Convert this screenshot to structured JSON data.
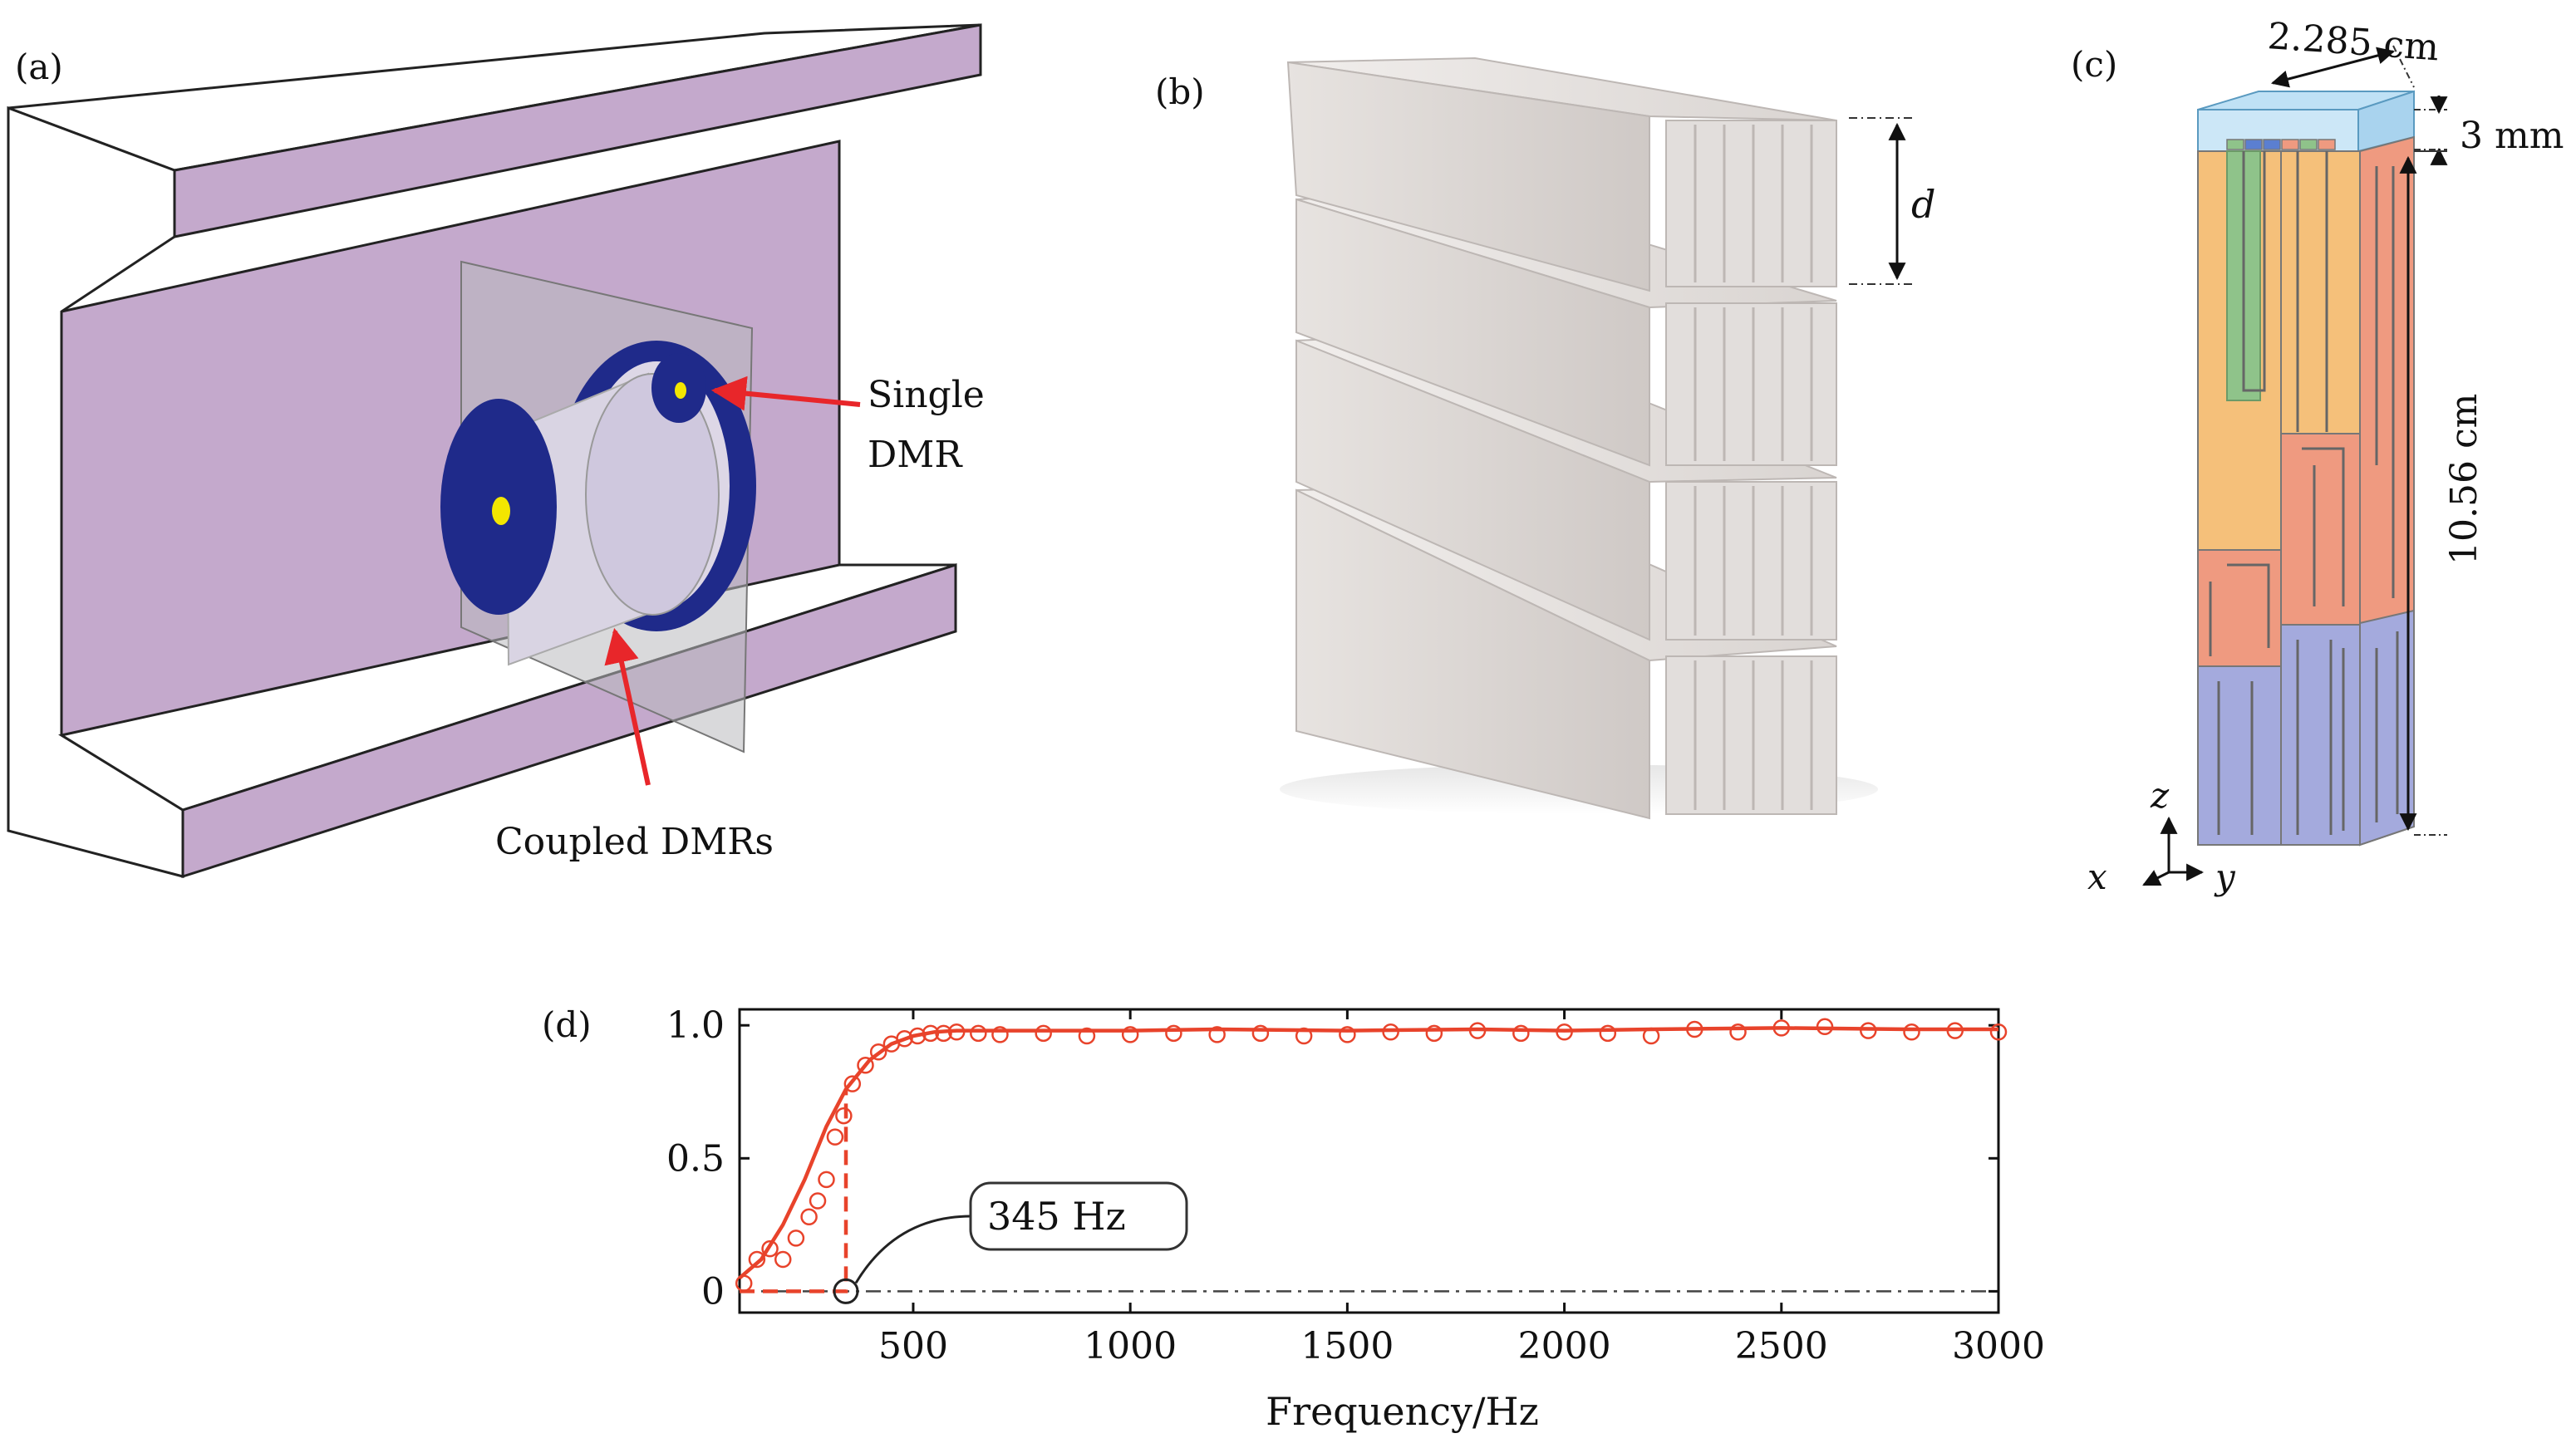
{
  "panels": {
    "a": {
      "tag": "(a)",
      "single_label_1": "Single",
      "single_label_2": "DMR",
      "coupled_label": "Coupled DMRs"
    },
    "b": {
      "tag": "(b)",
      "dim_label": "d"
    },
    "c": {
      "tag": "(c)",
      "width_label": "2.285 cm",
      "top_label": "3 mm",
      "height_label": "10.56 cm",
      "axis_z": "z",
      "axis_x": "x",
      "axis_y": "y"
    },
    "d": {
      "tag": "(d)",
      "annotation": "345 Hz"
    }
  },
  "colors": {
    "frame_purple": "#c4a9cc",
    "dmr_blue": "#1f2a8a",
    "dmr_yellow": "#f3e600",
    "arrow_red": "#e8262a",
    "curve_red": "#e8432b",
    "unit_orange": "#f5c07a",
    "unit_green": "#8fc38a",
    "unit_salmon": "#ef9a80",
    "unit_lavender": "#a4aadd",
    "cap_blue": "#bfe1f5"
  },
  "chart_data": {
    "type": "line",
    "title": "",
    "xlabel": "Frequency/Hz",
    "ylabel": "",
    "xlim": [
      100,
      3000
    ],
    "ylim": [
      -0.08,
      1.06
    ],
    "xticks": [
      500,
      1000,
      1500,
      2000,
      2500,
      3000
    ],
    "yticks": [
      0,
      0.5,
      1.0
    ],
    "ytick_labels": [
      "0",
      "0.5",
      "1.0"
    ],
    "grid": false,
    "series": [
      {
        "style": "solid-line",
        "x": [
          100,
          150,
          200,
          250,
          300,
          345,
          400,
          450,
          500,
          550,
          600,
          800,
          1000,
          1200,
          1500,
          1800,
          2000,
          2200,
          2500,
          2800,
          3000
        ],
        "y": [
          0.05,
          0.12,
          0.25,
          0.42,
          0.62,
          0.76,
          0.87,
          0.93,
          0.96,
          0.975,
          0.98,
          0.98,
          0.98,
          0.985,
          0.98,
          0.985,
          0.98,
          0.985,
          0.99,
          0.985,
          0.985
        ]
      },
      {
        "style": "circle-markers",
        "x": [
          110,
          140,
          170,
          200,
          230,
          260,
          280,
          300,
          320,
          340,
          360,
          390,
          420,
          450,
          480,
          510,
          540,
          570,
          600,
          650,
          700,
          800,
          900,
          1000,
          1100,
          1200,
          1300,
          1400,
          1500,
          1600,
          1700,
          1800,
          1900,
          2000,
          2100,
          2200,
          2300,
          2400,
          2500,
          2600,
          2700,
          2800,
          2900,
          3000
        ],
        "y": [
          0.03,
          0.12,
          0.16,
          0.12,
          0.2,
          0.28,
          0.34,
          0.42,
          0.58,
          0.66,
          0.78,
          0.85,
          0.9,
          0.93,
          0.95,
          0.96,
          0.97,
          0.97,
          0.975,
          0.97,
          0.965,
          0.97,
          0.96,
          0.965,
          0.97,
          0.965,
          0.97,
          0.96,
          0.965,
          0.975,
          0.97,
          0.98,
          0.97,
          0.975,
          0.97,
          0.96,
          0.985,
          0.975,
          0.99,
          0.995,
          0.98,
          0.975,
          0.98,
          0.975
        ]
      },
      {
        "style": "dashed-step",
        "x": [
          100,
          345,
          345
        ],
        "y": [
          0,
          0,
          0.76
        ]
      }
    ],
    "baseline": {
      "style": "dash-dot",
      "y": 0
    },
    "marker_point": {
      "x": 345,
      "y": 0
    }
  }
}
